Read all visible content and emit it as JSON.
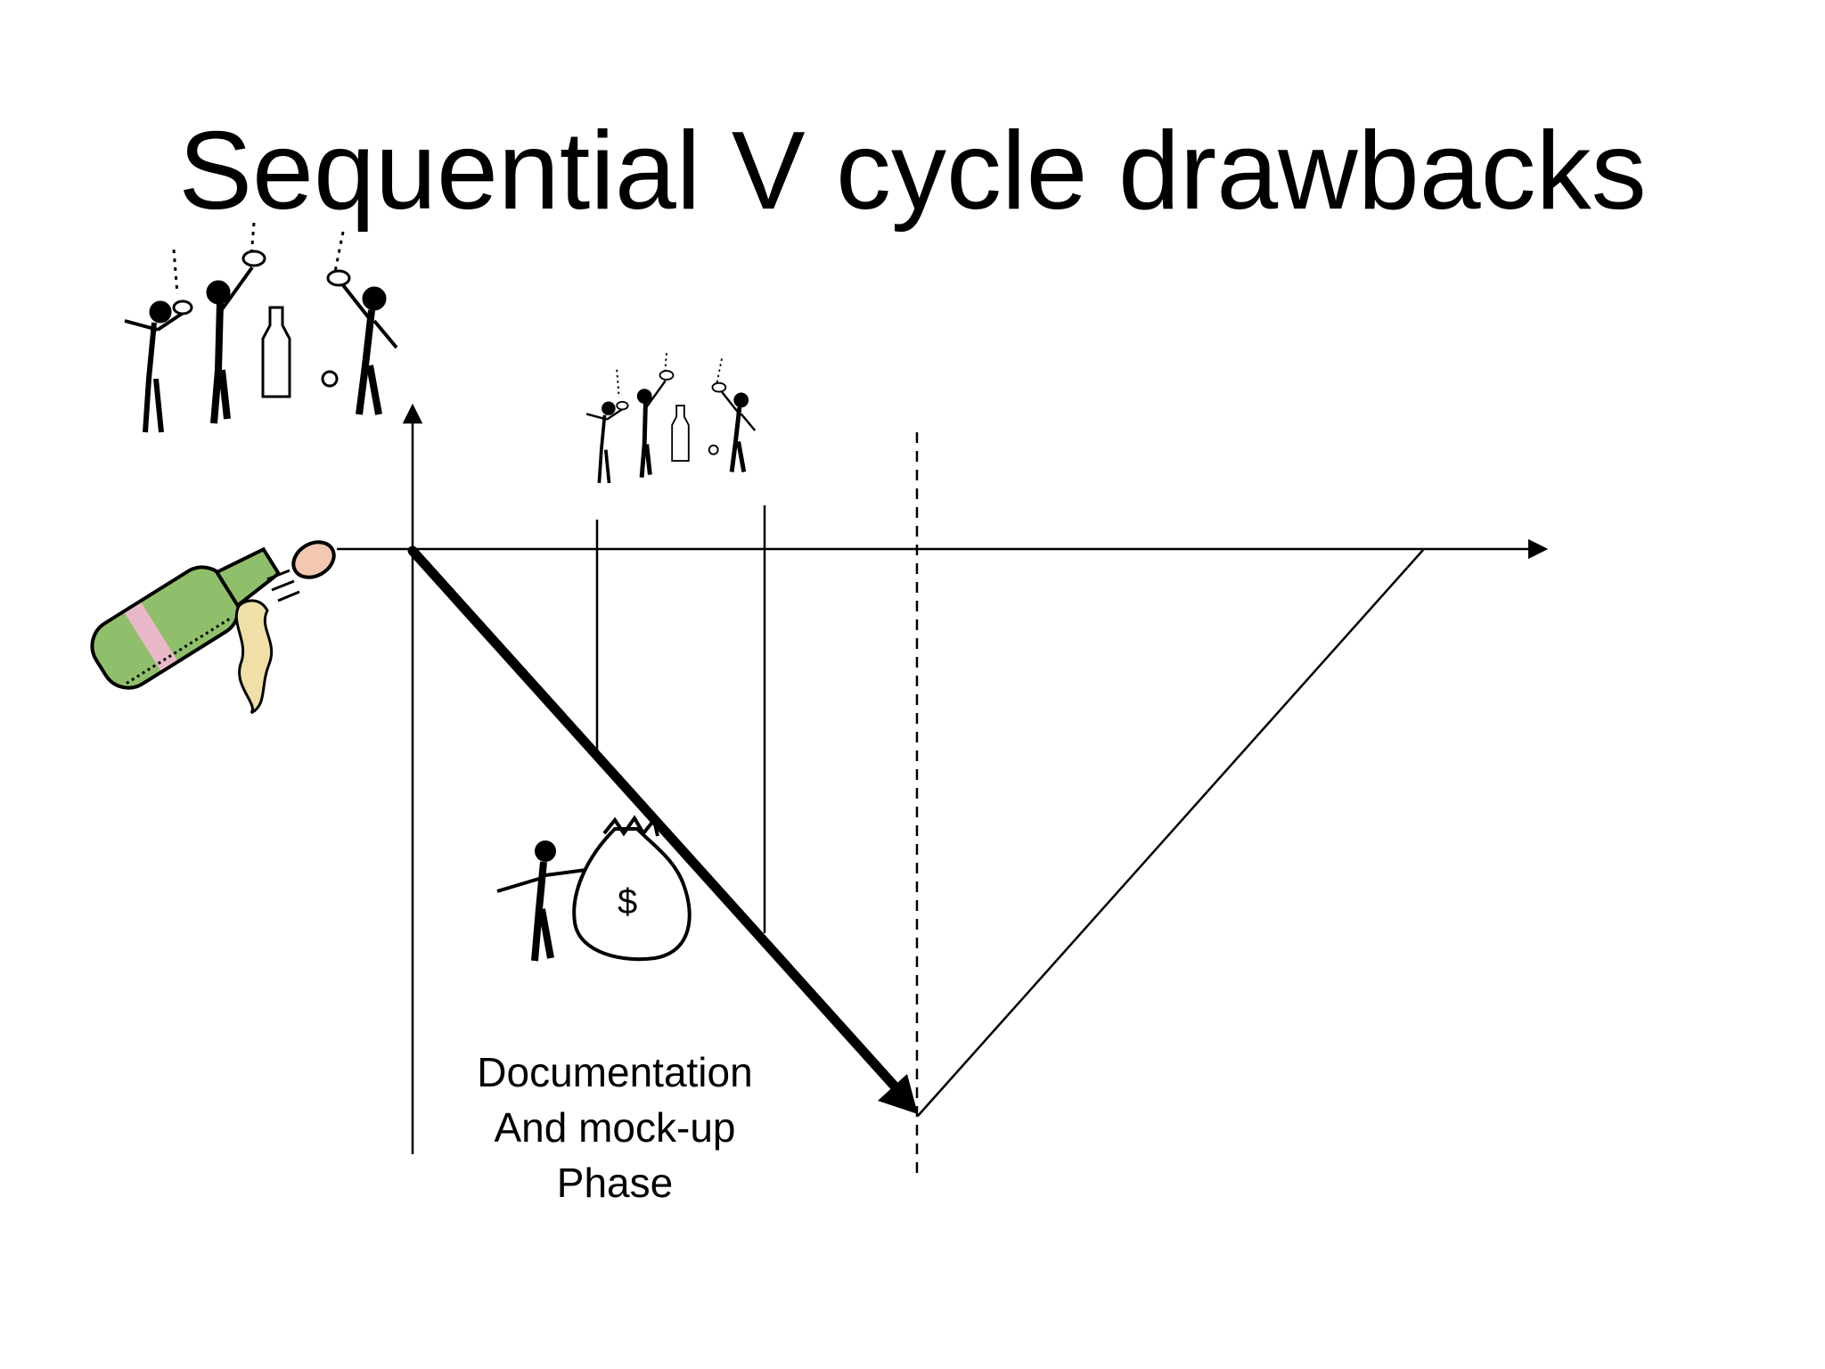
{
  "slide": {
    "title": "Sequential V cycle drawbacks",
    "phase_label": [
      "Documentation",
      "And mock-up",
      "Phase"
    ]
  },
  "icons": {
    "celebration_large": "party-people-icon",
    "celebration_small": "party-people-icon",
    "champagne": "champagne-bottle-icon",
    "money": "money-bag-icon"
  },
  "colors": {
    "ink": "#000000",
    "bottle": "#8fbf6a",
    "cork": "#f2c9b0",
    "foam": "#f0e0a8"
  }
}
